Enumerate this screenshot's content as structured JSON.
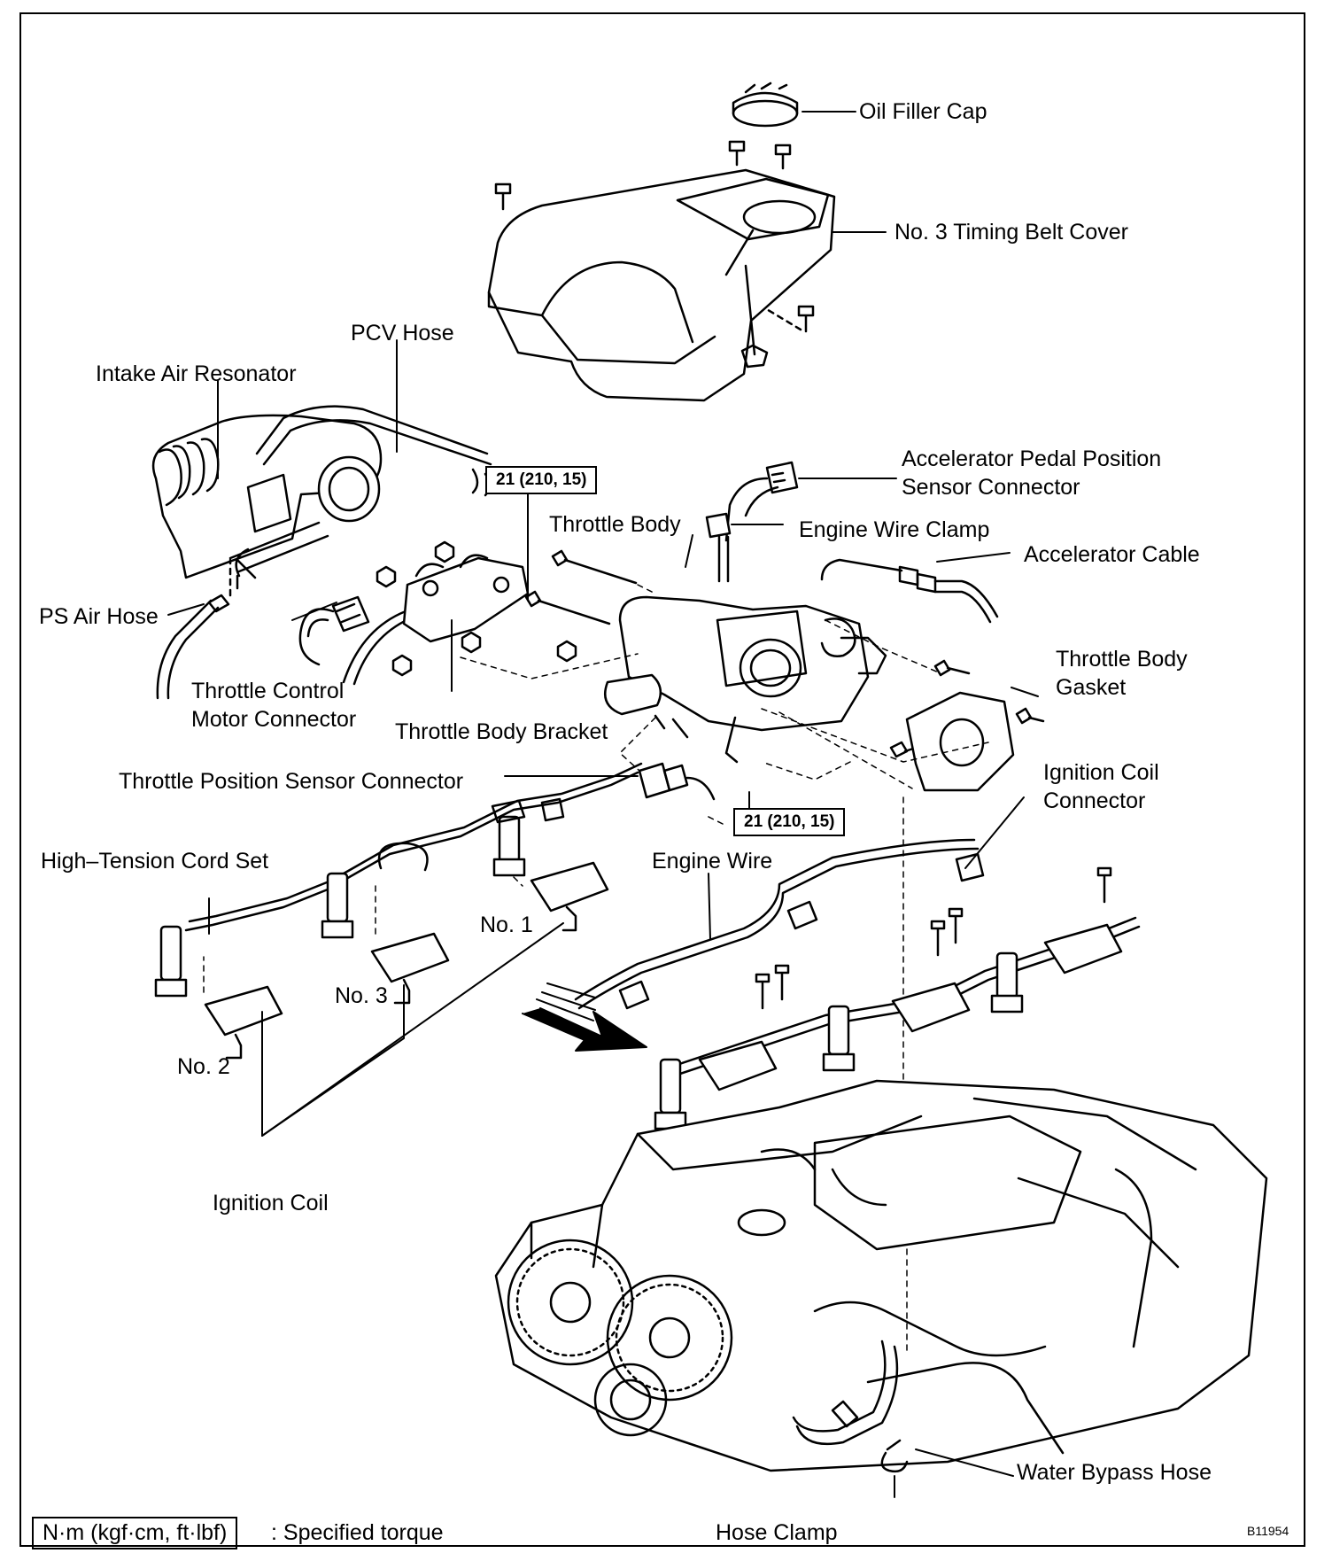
{
  "labels": {
    "oil_filler_cap": "Oil Filler Cap",
    "timing_belt_cover": "No. 3 Timing Belt Cover",
    "pcv_hose": "PCV Hose",
    "intake_air_resonator": "Intake Air Resonator",
    "accel_pedal_sensor_connector_1": "Accelerator Pedal Position",
    "accel_pedal_sensor_connector_2": "Sensor Connector",
    "throttle_body": "Throttle Body",
    "engine_wire_clamp": "Engine Wire Clamp",
    "accelerator_cable": "Accelerator Cable",
    "ps_air_hose": "PS Air Hose",
    "throttle_body_gasket_1": "Throttle  Body",
    "throttle_body_gasket_2": "Gasket",
    "throttle_control_motor_connector_1": "Throttle Control",
    "throttle_control_motor_connector_2": "Motor Connector",
    "throttle_body_bracket": "Throttle Body Bracket",
    "throttle_position_sensor_connector": "Throttle Position Sensor Connector",
    "ignition_coil_connector_1": "Ignition  Coil",
    "ignition_coil_connector_2": "Connector",
    "high_tension_cord_set": "High–Tension Cord Set",
    "engine_wire": "Engine Wire",
    "no1": "No. 1",
    "no2": "No. 2",
    "no3": "No. 3",
    "ignition_coil": "Ignition Coil",
    "water_bypass_hose": "Water Bypass Hose",
    "hose_clamp": "Hose Clamp"
  },
  "torque_specs": {
    "upper": "21 (210, 15)",
    "lower": "21 (210, 15)"
  },
  "legend": {
    "unit_box": "N·m (kgf·cm, ft·lbf)",
    "text": ": Specified torque"
  },
  "figure_code": "B11954"
}
